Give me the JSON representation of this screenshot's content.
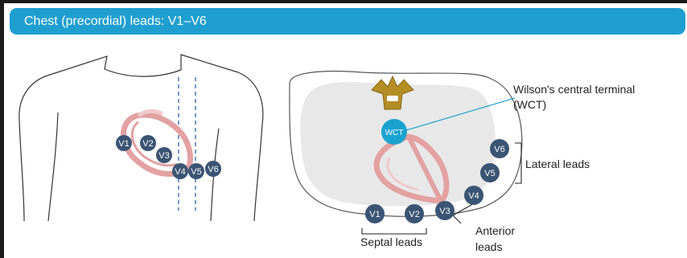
{
  "title": "Chest (precordial) leads: V1–V6",
  "colors": {
    "title_bar": "#1f9fd0",
    "electrode": "#3b5474",
    "wct": "#1aa3cf",
    "heart": "#e3a1a2",
    "thorax_fill": "#e8e8e8",
    "vertebra": "#b58d25",
    "dashed_line": "#3a6fb0"
  },
  "body_electrodes": [
    "V1",
    "V2",
    "V3",
    "V4",
    "V5",
    "V6"
  ],
  "cross_section": {
    "electrodes": [
      "V1",
      "V2",
      "V3",
      "V4",
      "V5",
      "V6"
    ],
    "wct_label": "WCT",
    "wct_caption_line1": "Wilson's central terminal",
    "wct_caption_line2": "(WCT)",
    "lateral_label": "Lateral leads",
    "anterior_label_line1": "Anterior",
    "anterior_label_line2": "leads",
    "septal_label": "Septal leads"
  }
}
